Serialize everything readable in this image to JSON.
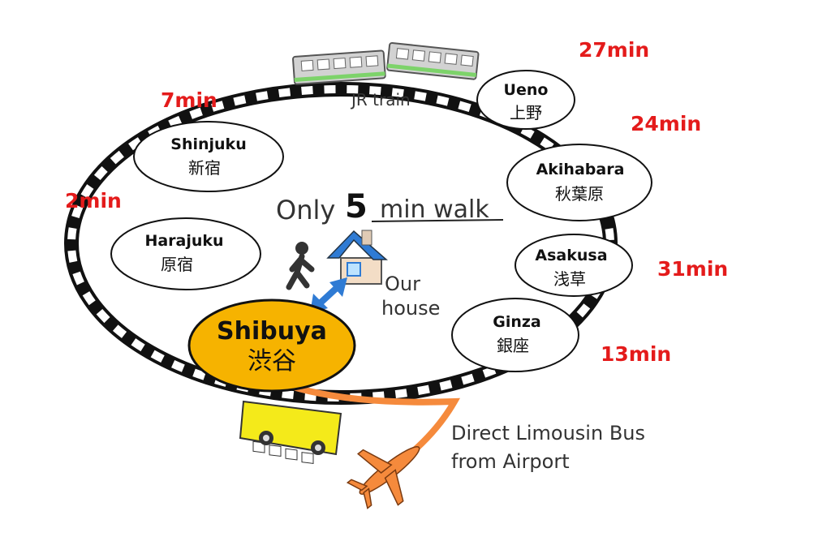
{
  "header": {
    "walk_prefix": "Only",
    "walk_number": "5",
    "walk_suffix": "min walk",
    "train_label": "JR train"
  },
  "house_label": {
    "line1": "Our",
    "line2": "house"
  },
  "bus_label": {
    "line1": "Direct Limousin Bus",
    "line2": "from Airport"
  },
  "stations": {
    "shibuya": {
      "en": "Shibuya",
      "ja": "渋谷"
    },
    "harajuku": {
      "en": "Harajuku",
      "ja": "原宿",
      "time": "2min"
    },
    "shinjuku": {
      "en": "Shinjuku",
      "ja": "新宿",
      "time": "7min"
    },
    "ueno": {
      "en": "Ueno",
      "ja": "上野",
      "time": "27min"
    },
    "akihabara": {
      "en": "Akihabara",
      "ja": "秋葉原",
      "time": "24min"
    },
    "asakusa": {
      "en": "Asakusa",
      "ja": "浅草",
      "time": "31min"
    },
    "ginza": {
      "en": "Ginza",
      "ja": "銀座",
      "time": "13min"
    }
  },
  "colors": {
    "shibuya_fill": "#f6b300",
    "time_red": "#e41b1b",
    "route_orange": "#f58a3c",
    "train_green": "#7dd36a",
    "house_blue": "#2f7bd4",
    "bus_yellow": "#f4ea1a"
  },
  "icons": [
    "train-icon",
    "person-walking-icon",
    "house-icon",
    "double-arrow-icon",
    "bus-icon",
    "airplane-icon"
  ]
}
